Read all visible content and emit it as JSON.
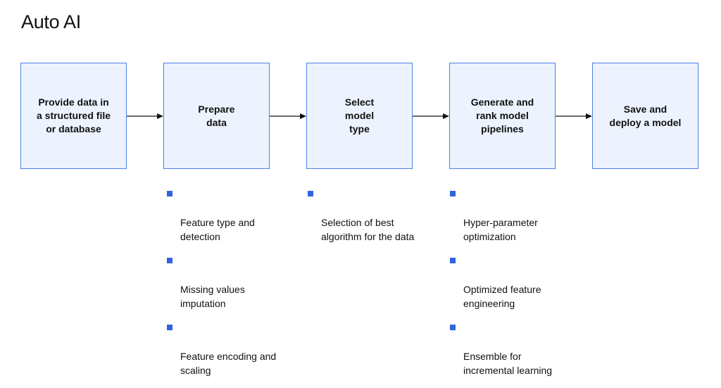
{
  "title": "Auto AI",
  "colors": {
    "box_fill": "#ecf3fe",
    "box_border": "#4d7fe3",
    "bullet": "#2f64dd",
    "arrow": "#111111"
  },
  "steps": [
    {
      "label": "Provide data in\na structured file\nor database"
    },
    {
      "label": "Prepare\ndata"
    },
    {
      "label": "Select\nmodel\ntype"
    },
    {
      "label": "Generate and\nrank model\npipelines"
    },
    {
      "label": "Save and\ndeploy a model"
    }
  ],
  "details": {
    "prepare": [
      "Feature type and\ndetection",
      "Missing values\nimputation",
      "Feature encoding and\nscaling"
    ],
    "select": [
      "Selection of best\nalgorithm for the data"
    ],
    "generate": [
      "Hyper-parameter\noptimization",
      "Optimized feature\nengineering",
      "Ensemble for\nincremental learning"
    ]
  }
}
